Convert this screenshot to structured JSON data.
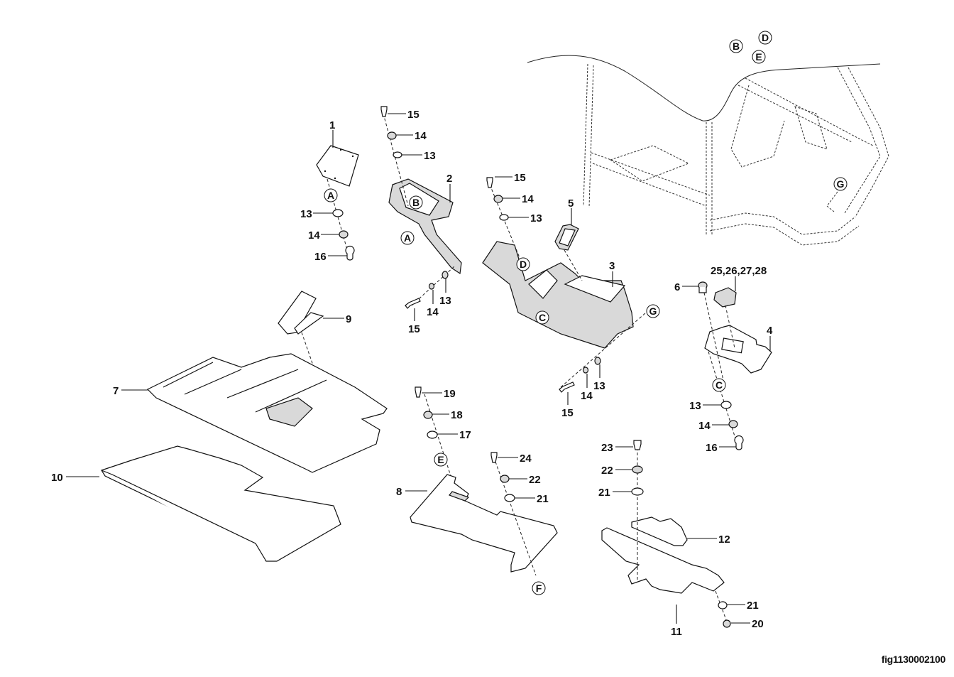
{
  "figure": {
    "id": "fig1130002100",
    "type": "exploded parts diagram"
  },
  "callouts": [
    {
      "id": "c1",
      "label": "1"
    },
    {
      "id": "c2",
      "label": "2"
    },
    {
      "id": "c3",
      "label": "3"
    },
    {
      "id": "c4",
      "label": "4"
    },
    {
      "id": "c5",
      "label": "5"
    },
    {
      "id": "c6",
      "label": "6"
    },
    {
      "id": "c7",
      "label": "7"
    },
    {
      "id": "c8",
      "label": "8"
    },
    {
      "id": "c9",
      "label": "9"
    },
    {
      "id": "c10",
      "label": "10"
    },
    {
      "id": "c11",
      "label": "11"
    },
    {
      "id": "c12",
      "label": "12"
    },
    {
      "id": "c13a",
      "label": "13"
    },
    {
      "id": "c14a",
      "label": "14"
    },
    {
      "id": "c16a",
      "label": "16"
    },
    {
      "id": "c15b",
      "label": "15"
    },
    {
      "id": "c14b",
      "label": "14"
    },
    {
      "id": "c13b",
      "label": "13"
    },
    {
      "id": "c15c",
      "label": "15"
    },
    {
      "id": "c14c",
      "label": "14"
    },
    {
      "id": "c13c",
      "label": "13"
    },
    {
      "id": "c15d",
      "label": "15"
    },
    {
      "id": "c14d",
      "label": "14"
    },
    {
      "id": "c13d",
      "label": "13"
    },
    {
      "id": "c15e",
      "label": "15"
    },
    {
      "id": "c14e",
      "label": "14"
    },
    {
      "id": "c13e",
      "label": "13"
    },
    {
      "id": "c2528",
      "label": "25,26,27,28"
    },
    {
      "id": "c13f",
      "label": "13"
    },
    {
      "id": "c14f",
      "label": "14"
    },
    {
      "id": "c16f",
      "label": "16"
    },
    {
      "id": "c19",
      "label": "19"
    },
    {
      "id": "c18",
      "label": "18"
    },
    {
      "id": "c17",
      "label": "17"
    },
    {
      "id": "c24",
      "label": "24"
    },
    {
      "id": "c22a",
      "label": "22"
    },
    {
      "id": "c21a",
      "label": "21"
    },
    {
      "id": "c23",
      "label": "23"
    },
    {
      "id": "c22b",
      "label": "22"
    },
    {
      "id": "c21b",
      "label": "21"
    },
    {
      "id": "c21c",
      "label": "21"
    },
    {
      "id": "c20",
      "label": "20"
    }
  ],
  "reference_letters": [
    {
      "id": "rA1",
      "letter": "A"
    },
    {
      "id": "rA2",
      "letter": "A"
    },
    {
      "id": "rB1",
      "letter": "B"
    },
    {
      "id": "rB2",
      "letter": "B"
    },
    {
      "id": "rC1",
      "letter": "C"
    },
    {
      "id": "rC2",
      "letter": "C"
    },
    {
      "id": "rD1",
      "letter": "D"
    },
    {
      "id": "rD2",
      "letter": "D"
    },
    {
      "id": "rE1",
      "letter": "E"
    },
    {
      "id": "rE2",
      "letter": "E"
    },
    {
      "id": "rF1",
      "letter": "F"
    },
    {
      "id": "rG1",
      "letter": "G"
    },
    {
      "id": "rG2",
      "letter": "G"
    }
  ]
}
